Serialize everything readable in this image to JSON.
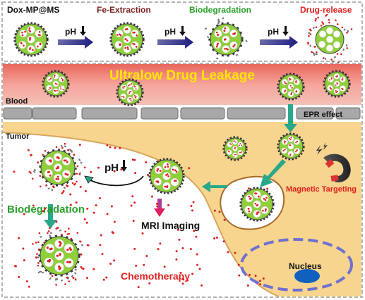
{
  "top_panel": {
    "stages": [
      "Dox-MP@MS",
      "Fe-Extraction",
      "Biodegradation",
      "Drug-release"
    ],
    "arrow_label": "pH"
  },
  "vessel": {
    "banner": "Ultralow Drug Leakage",
    "blood_label": "Blood",
    "epr_label": "EPR effect"
  },
  "tumor": {
    "tumor_label": "Tumor",
    "ph_label": "pH",
    "magnetic_label": "Magnetic Targeting",
    "biodegradation_label": "Biodegradation",
    "mri_label": "MRI Imaging",
    "chemo_label": "Chemotherapy",
    "nucleus_label": "Nucleus"
  },
  "colors": {
    "particle_fill": "#8fcf3a",
    "drug": "#e02020",
    "vessel": "#f08a80",
    "banner_text": "#ffe600",
    "tumor_bg": "#f7d58e",
    "stage_dark": "#7a2020",
    "stage_green": "#2aa02a",
    "stage_red": "#e02020",
    "arrow_blue": "#2a2a8a",
    "arrow_teal": "#2aa88a",
    "nucleus_ring": "#7070d0",
    "nucleus": "#1060c0"
  }
}
